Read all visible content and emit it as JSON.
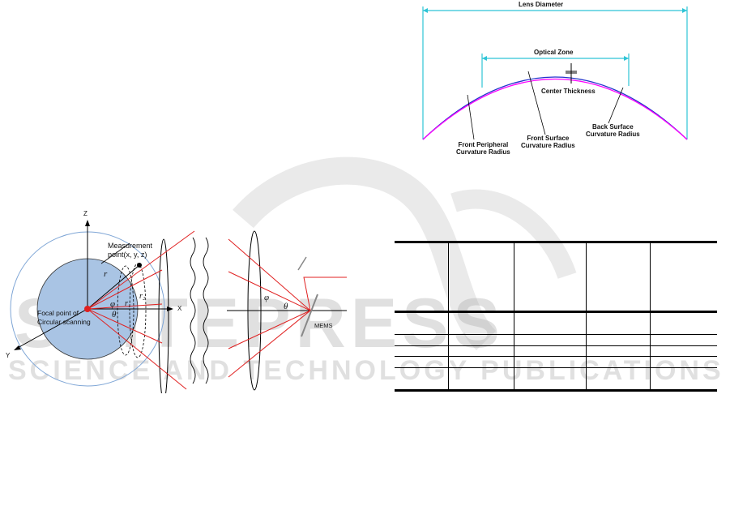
{
  "lens_figure": {
    "lens_diameter": "Lens Diameter",
    "optical_zone": "Optical Zone",
    "center_thickness": "Center Thickness",
    "front_peripheral_line1": "Front Peripheral",
    "front_peripheral_line2": "Curvature Radius",
    "front_surface_line1": "Front Surface",
    "front_surface_line2": "Curvature Radius",
    "back_surface_line1": "Back Surface",
    "back_surface_line2": "Curvature Radius"
  },
  "scan_figure": {
    "z_axis": "Z",
    "x_axis": "X",
    "y_axis": "Y",
    "measurement_line1": "Measurement",
    "measurement_line2": "point(x, y, z)",
    "focal_line1": "Focal point of",
    "focal_line2": "Circular scanning",
    "r_label": "r",
    "phi_label": "φ",
    "theta_label": "θ",
    "r1_label": "r₁",
    "r2_label": "r₂"
  },
  "mems_figure": {
    "phi_label": "φ",
    "theta_label": "θ",
    "mems_label": "MEMS"
  },
  "table": {
    "rows": 6,
    "cols": 5
  },
  "watermark": {
    "line1": "SCITEPRESS",
    "line2": "SCIENCE AND TECHNOLOGY PUBLICATIONS"
  },
  "colors": {
    "lens_lines": "#2ec4d6",
    "front_curve": "#ff00ff",
    "back_curve": "#2233cc",
    "sphere_fill": "#a9c4e4",
    "rays": "#e02020"
  }
}
